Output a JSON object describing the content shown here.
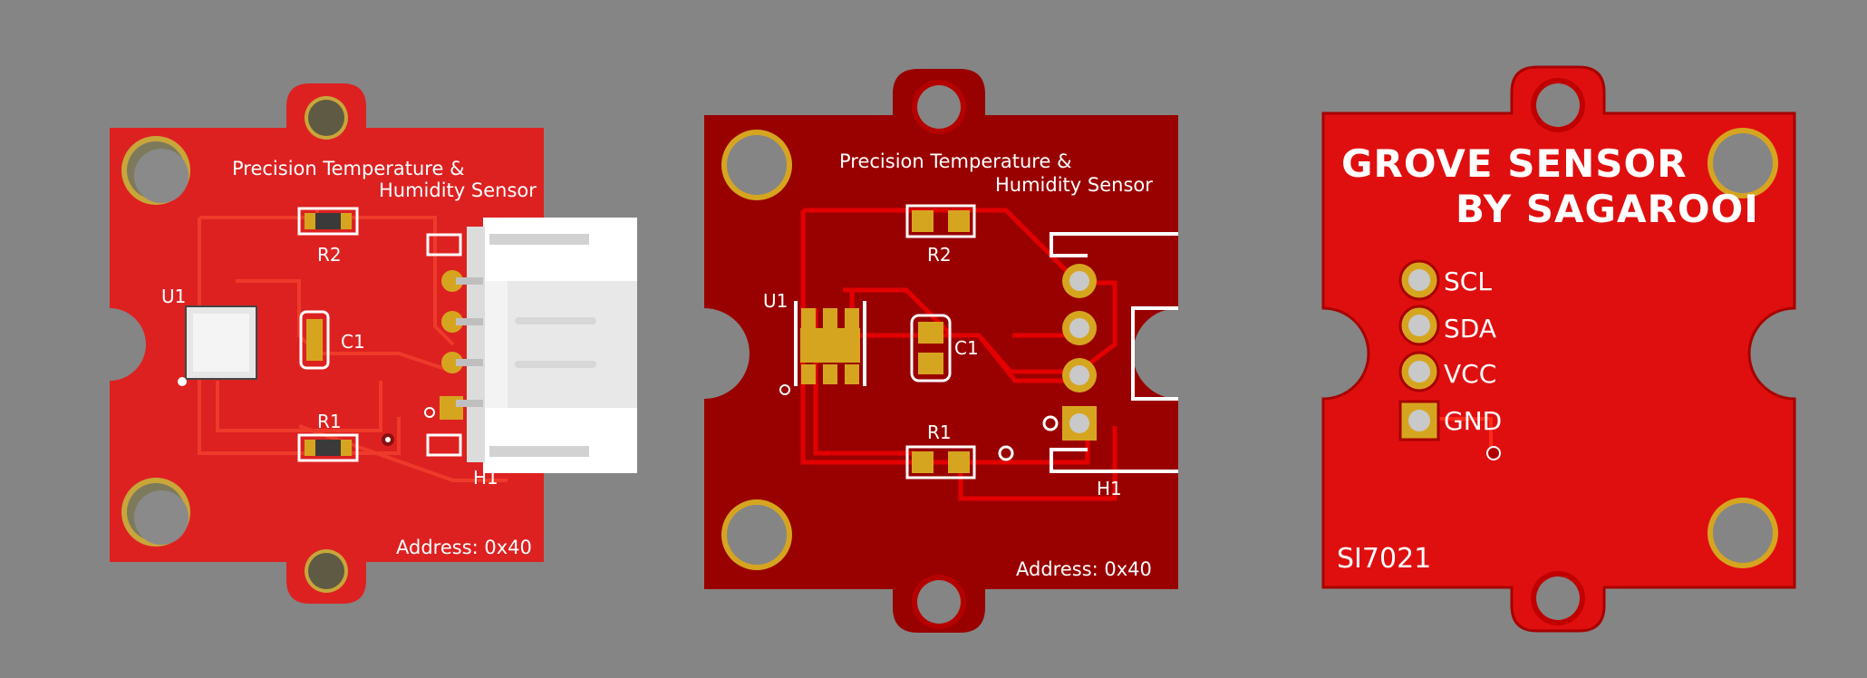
{
  "colors": {
    "background": "#858585",
    "board1_mask": "#dd2121",
    "board2_mask": "#990000",
    "board3_mask": "#e00f0f",
    "copper_gold": "#d6a520",
    "silkscreen": "#ffffff"
  },
  "boards": [
    {
      "view": "3d-top",
      "title_line1": "Precision Temperature &",
      "title_line2": "Humidity Sensor",
      "address": "Address: 0x40",
      "refs": {
        "u1": "U1",
        "r2": "R2",
        "c1": "C1",
        "r1": "R1",
        "h1": "H1"
      }
    },
    {
      "view": "2d-top",
      "title_line1": "Precision Temperature &",
      "title_line2": "Humidity Sensor",
      "address": "Address: 0x40",
      "refs": {
        "u1": "U1",
        "r2": "R2",
        "c1": "C1",
        "r1": "R1",
        "h1": "H1"
      }
    },
    {
      "view": "bottom",
      "brand_line1": "GROVE SENSOR",
      "brand_line2": "BY SAGAROOI",
      "pins": [
        "SCL",
        "SDA",
        "VCC",
        "GND"
      ],
      "part": "SI7021"
    }
  ]
}
